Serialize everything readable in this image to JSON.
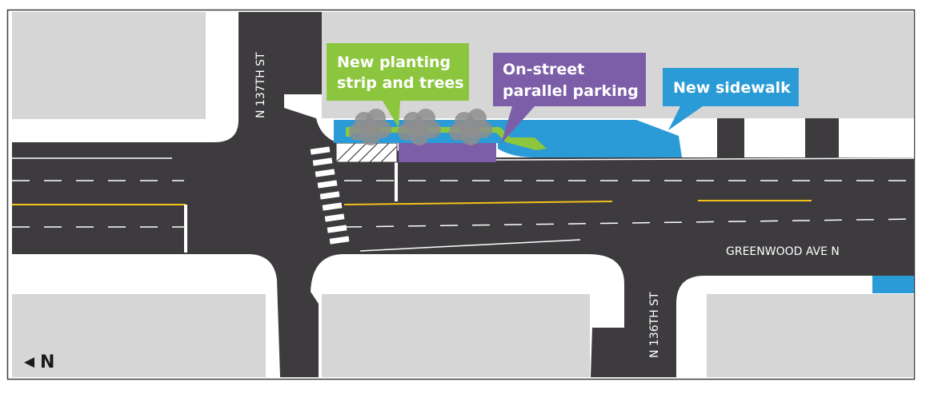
{
  "streets": {
    "north_cross_street": "N 137TH ST",
    "south_cross_street": "N 136TH ST",
    "main_street": "GREENWOOD AVE N"
  },
  "callouts": {
    "planting": {
      "line1": "New planting",
      "line2": "strip and trees"
    },
    "parking": {
      "line1": "On-street",
      "line2": "parallel parking"
    },
    "sidewalk": {
      "line1": "New sidewalk"
    }
  },
  "compass": {
    "arrow": "◀",
    "label": "N"
  },
  "colors": {
    "road": "#3d3b3e",
    "block": "#d6d6d6",
    "sidewalk": "#ffffff",
    "new_sidewalk": "#2a9bd6",
    "planting": "#8cc63e",
    "parking": "#7c5ea8",
    "centerline": "#f2c21b",
    "tree": "#8e8e8e",
    "border": "#3d3b3e"
  }
}
